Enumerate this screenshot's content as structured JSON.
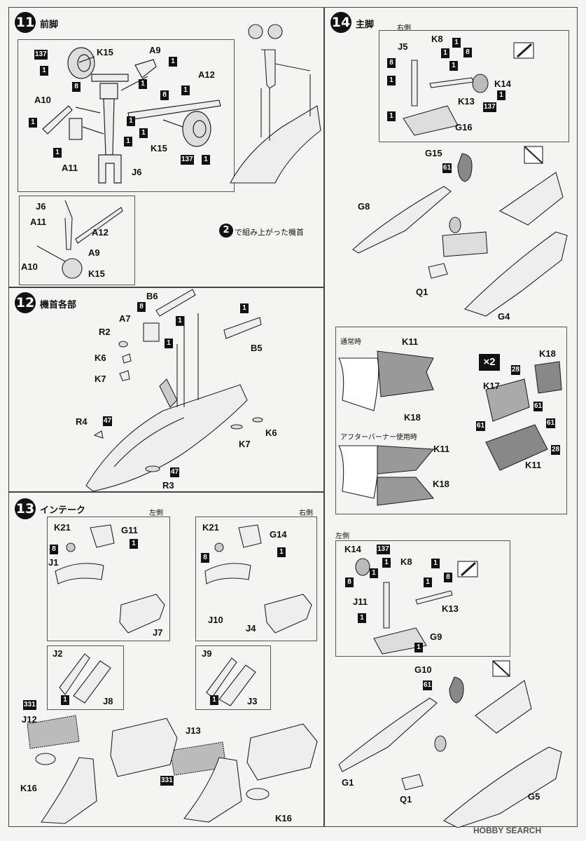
{
  "steps": {
    "s11": {
      "num": "11",
      "title": "前脚"
    },
    "s12": {
      "num": "12",
      "title": "機首各部"
    },
    "s13": {
      "num": "13",
      "title": "インテーク"
    },
    "s14": {
      "num": "14",
      "title": "主脚"
    }
  },
  "sides": {
    "left": "左側",
    "right": "右側"
  },
  "notes": {
    "nose_ref_num": "2",
    "nose_ref_text": "で組み上がった機首",
    "normal": "通常時",
    "afterburner": "アフターバーナー使用時",
    "x2": "×2"
  },
  "parts": {
    "K15": "K15",
    "A9": "A9",
    "A10": "A10",
    "A11": "A11",
    "A12": "A12",
    "J6": "J6",
    "B6": "B6",
    "A7": "A7",
    "R2": "R2",
    "K6": "K6",
    "K7": "K7",
    "R4": "R4",
    "R3": "R3",
    "B5": "B5",
    "K21": "K21",
    "G11": "G11",
    "J1": "J1",
    "J7": "J7",
    "J2": "J2",
    "J8": "J8",
    "J12": "J12",
    "K16": "K16",
    "G14": "G14",
    "J10": "J10",
    "J4": "J4",
    "J9": "J9",
    "J3": "J3",
    "J13": "J13",
    "K8": "K8",
    "J5": "J5",
    "K14": "K14",
    "K13": "K13",
    "G16": "G16",
    "G15": "G15",
    "G8": "G8",
    "Q1": "Q1",
    "G4": "G4",
    "K11": "K11",
    "K18": "K18",
    "K17": "K17",
    "J11": "J11",
    "G9": "G9",
    "G10": "G10",
    "G1": "G1",
    "G5": "G5"
  },
  "colors": {
    "c1": "1",
    "c8": "8",
    "c137": "137",
    "c47": "47",
    "c61": "61",
    "c28": "28",
    "c331": "331"
  },
  "brand": "HOBBY SEARCH"
}
